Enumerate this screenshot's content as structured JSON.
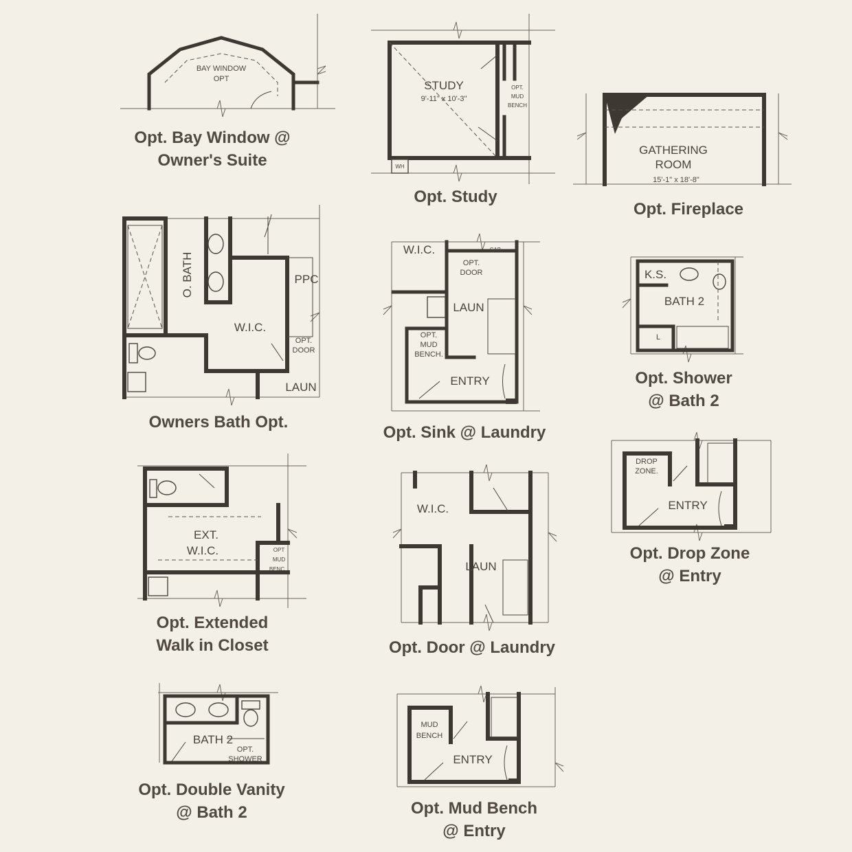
{
  "options": [
    {
      "id": "bay",
      "caption": [
        "Opt. Bay Window @",
        "Owner's Suite"
      ],
      "labels": [
        "BAY WINDOW",
        "OPT"
      ]
    },
    {
      "id": "study",
      "caption": [
        "Opt. Study"
      ],
      "labels": [
        "STUDY",
        "9'-11\" x 10'-3\"",
        "OPT.",
        "MUD",
        "BENCH",
        "WH"
      ]
    },
    {
      "id": "fireplace",
      "caption": [
        "Opt. Fireplace"
      ],
      "labels": [
        "GATHERING",
        "ROOM",
        "15'-1\" x 18'-8\""
      ]
    },
    {
      "id": "owners-bath",
      "caption": [
        "Owners Bath Opt."
      ],
      "labels": [
        "O. BATH",
        "W.I.C.",
        "PPC",
        "OPT.",
        "DOOR",
        "LAUN"
      ]
    },
    {
      "id": "sink-laundry",
      "caption": [
        "Opt. Sink @ Laundry"
      ],
      "labels": [
        "W.I.C.",
        "CAB.",
        "OPT.",
        "DOOR",
        "LAUN",
        "OPT.",
        "MUD",
        "BENCH.",
        "ENTRY"
      ]
    },
    {
      "id": "shower-bath2",
      "caption": [
        "Opt. Shower",
        "@ Bath 2"
      ],
      "labels": [
        "K.S.",
        "BATH 2",
        "L"
      ]
    },
    {
      "id": "ext-closet",
      "caption": [
        "Opt. Extended",
        "Walk in Closet"
      ],
      "labels": [
        "EXT.",
        "W.I.C.",
        "OPT",
        "MUD",
        "BENC"
      ]
    },
    {
      "id": "door-laundry",
      "caption": [
        "Opt. Door @ Laundry"
      ],
      "labels": [
        "W.I.C.",
        "LAUN"
      ]
    },
    {
      "id": "drop-zone",
      "caption": [
        "Opt. Drop Zone",
        "@ Entry"
      ],
      "labels": [
        "DROP",
        "ZONE.",
        "ENTRY"
      ]
    },
    {
      "id": "double-vanity",
      "caption": [
        "Opt. Double Vanity",
        "@ Bath 2"
      ],
      "labels": [
        "BATH 2",
        "OPT.",
        "SHOWER"
      ]
    },
    {
      "id": "mud-bench",
      "caption": [
        "Opt. Mud Bench",
        "@ Entry"
      ],
      "labels": [
        "MUD",
        "BENCH",
        "ENTRY"
      ]
    }
  ],
  "colors": {
    "background": "#f3f0e7",
    "wall": "#3e3832",
    "text": "#4f4941"
  }
}
